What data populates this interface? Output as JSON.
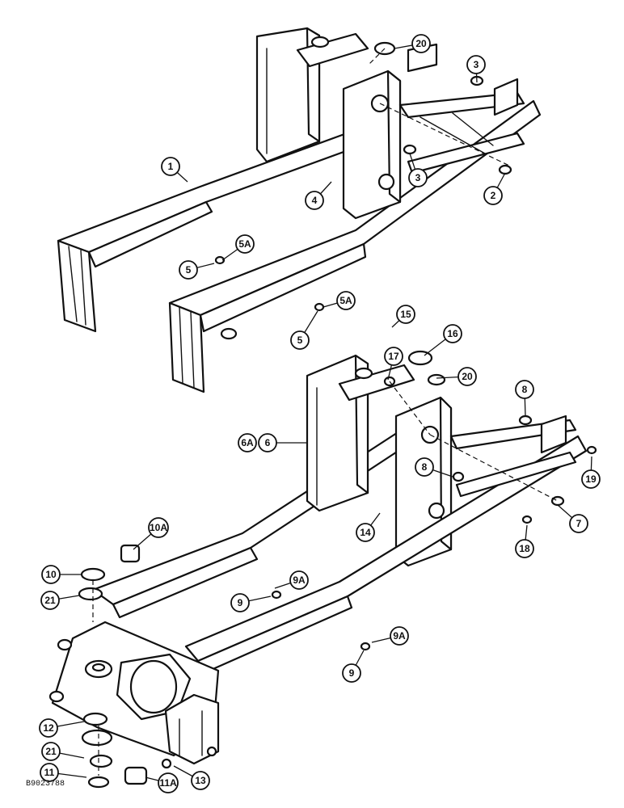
{
  "figure_code": "B9023788",
  "callouts": [
    {
      "id": "c1",
      "label": "1"
    },
    {
      "id": "c2",
      "label": "2"
    },
    {
      "id": "c3a",
      "label": "3"
    },
    {
      "id": "c3b",
      "label": "3"
    },
    {
      "id": "c4",
      "label": "4"
    },
    {
      "id": "c5a",
      "label": "5"
    },
    {
      "id": "c5b",
      "label": "5"
    },
    {
      "id": "c5Aa",
      "label": "5A"
    },
    {
      "id": "c5Ab",
      "label": "5A"
    },
    {
      "id": "c20a",
      "label": "20"
    },
    {
      "id": "c15",
      "label": "15"
    },
    {
      "id": "c16",
      "label": "16"
    },
    {
      "id": "c17",
      "label": "17"
    },
    {
      "id": "c20b",
      "label": "20"
    },
    {
      "id": "c8a",
      "label": "8"
    },
    {
      "id": "c8b",
      "label": "8"
    },
    {
      "id": "c6A",
      "label": "6A"
    },
    {
      "id": "c6",
      "label": "6"
    },
    {
      "id": "c19",
      "label": "19"
    },
    {
      "id": "c7",
      "label": "7"
    },
    {
      "id": "c14",
      "label": "14"
    },
    {
      "id": "c18",
      "label": "18"
    },
    {
      "id": "c10A",
      "label": "10A"
    },
    {
      "id": "c10",
      "label": "10"
    },
    {
      "id": "c21a",
      "label": "21"
    },
    {
      "id": "c9Aa",
      "label": "9A"
    },
    {
      "id": "c9a",
      "label": "9"
    },
    {
      "id": "c9Ab",
      "label": "9A"
    },
    {
      "id": "c9b",
      "label": "9"
    },
    {
      "id": "c12",
      "label": "12"
    },
    {
      "id": "c21b",
      "label": "21"
    },
    {
      "id": "c11",
      "label": "11"
    },
    {
      "id": "c11A",
      "label": "11A"
    },
    {
      "id": "c13",
      "label": "13"
    }
  ]
}
